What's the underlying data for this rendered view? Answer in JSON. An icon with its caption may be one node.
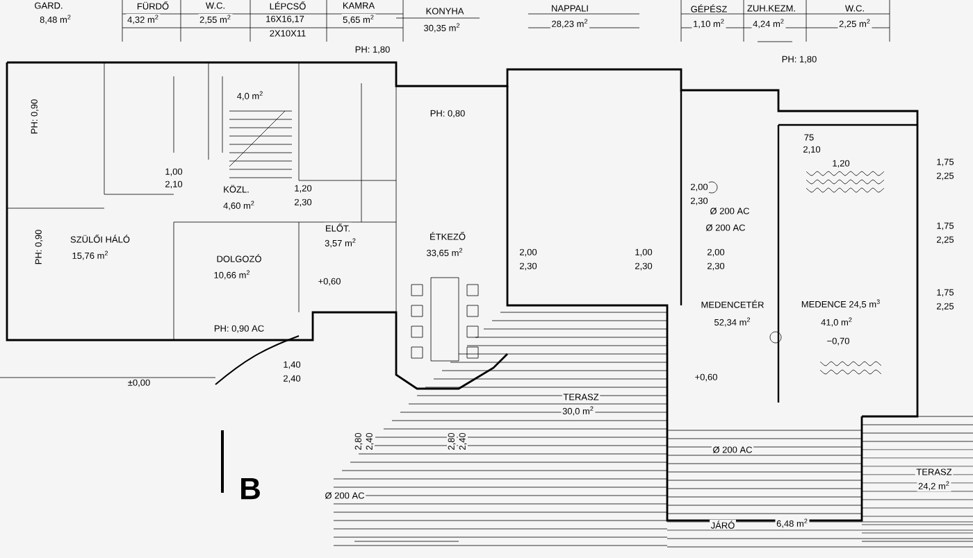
{
  "diagram": {
    "labels": [
      "GARD.",
      "8,48 m$^{2}$",
      "FÜRDŐ",
      "4,32 m$^{2}$",
      "W.C.",
      "2,55 m$^{2}$",
      "LÉPCSŐ",
      "16X16,17",
      "2X10X11",
      "KAMRA",
      "5,65 m$^{2}$",
      "KONYHA",
      "30,35 m$^{2}$",
      "NAPPALI",
      "28,23 m$^{2}$",
      "GÉPÉSZ",
      "1,10 m$^{2}$",
      "ZUH.KEZM.",
      "4,24 m$^{2}$",
      "W.C.",
      "2,25 m$^{2}$",
      "PH: 1,80",
      "PH: 1,80",
      "PH: 0,90",
      "4,0 m$^{2}$",
      "PH: 0,80",
      "KÖZL.",
      "4,60 m$^{2}$",
      "1,20",
      "2,30",
      "1,00",
      "2,10",
      "SZÜLŐI HÁLÓ",
      "15,76 m$^{2}$",
      "PH: 0,90",
      "DOLGOZÓ",
      "10,66 m$^{2}$",
      "ELŐT.",
      "3,57 m$^{2}$",
      "ÉTKEZŐ",
      "33,65 m$^{2}$",
      "+0,60",
      "PH: 0,90 AC",
      "1,40",
      "2,40",
      "±0,00",
      "2,80",
      "2,40",
      "2,80",
      "2,40",
      "B",
      "Ø 200 AC",
      "2,00",
      "2,30",
      "1,00",
      "2,30",
      "2,00",
      "2,30",
      "2,00",
      "2,30",
      "Ø 200 AC",
      "Ø 200 AC",
      "1,20",
      "1,75",
      "2,25",
      "1,75",
      "2,25",
      "1,75",
      "2,25",
      "75",
      "2,10",
      "MEDENCETÉR",
      "52,34 m$^{2}$",
      "MEDENCE 24,5 m$^{3}$",
      "41,0 m$^{2}$",
      "−0,70",
      "+0,60",
      "TERASZ",
      "30,0 m$^{2}$",
      "Ø 200 AC",
      "JÁRÓ",
      "6,48 m$^{2}$",
      "TERASZ",
      "24,2 m$^{2}$"
    ]
  }
}
